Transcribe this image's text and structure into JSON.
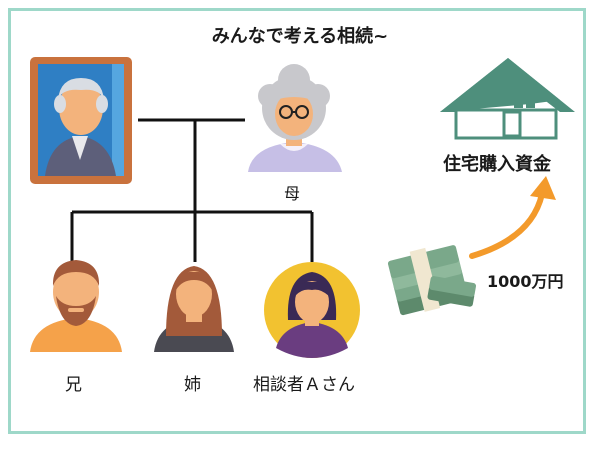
{
  "title": "みんなで考える相続~",
  "people": {
    "mother": "母",
    "brother": "兄",
    "sister": "姉",
    "client": "相談者Ａさん"
  },
  "house_label": "住宅購入資金",
  "amount_label": "1000万円",
  "colors": {
    "frame": "#9ed8c9",
    "house": "#4e8f7c",
    "arrow": "#f39a2b",
    "money": "#7aa88a",
    "client_bg": "#f2c230"
  }
}
